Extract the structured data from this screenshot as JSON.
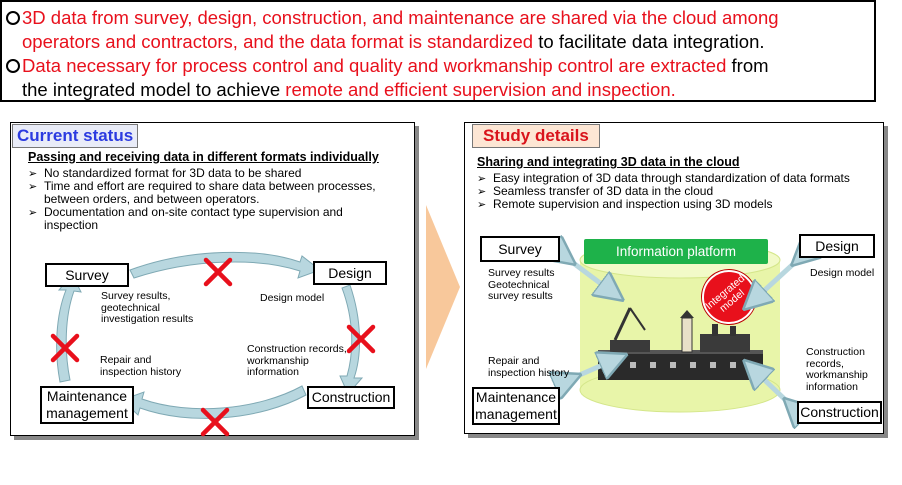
{
  "summary": {
    "line1_red": "3D data from survey, design, construction, and maintenance are shared via the cloud among",
    "line2_red": "operators and contractors, and the data format is standardized",
    "line2_black": " to facilitate data integration.",
    "line3_red": "Data necessary for process control and quality and workmanship control are extracted",
    "line3_black": " from",
    "line4_black": "the integrated model to achieve ",
    "line4_red": "remote and efficient supervision and inspection."
  },
  "current": {
    "title": "Current status",
    "subtitle": "Passing and receiving data in different formats individually",
    "bullets": [
      "No standardized format for 3D data to be shared",
      "Time and effort are required to share data between processes, between orders, and between operators.",
      "Documentation and on-site contact type supervision and inspection"
    ],
    "nodes": {
      "survey": "Survey",
      "design": "Design",
      "construction": "Construction",
      "maintenance_l1": "Maintenance",
      "maintenance_l2": "management"
    },
    "notes": {
      "survey_results": "Survey results,\ngeotechnical\ninvestigation results",
      "design_model": "Design model",
      "construction_records": "Construction records,\nworkmanship\ninformation",
      "repair_history": "Repair and\ninspection history"
    },
    "x_mark": "✕"
  },
  "study": {
    "title": "Study details",
    "subtitle": "Sharing and integrating 3D data in the cloud",
    "bullets": [
      "Easy integration of 3D data through standardization of data formats",
      "Seamless transfer of 3D data in the cloud",
      "Remote supervision and inspection using 3D models"
    ],
    "platform": "Information platform",
    "integrated_l1": "Integrated",
    "integrated_l2": "model",
    "nodes": {
      "survey": "Survey",
      "design": "Design",
      "construction": "Construction",
      "maintenance_l1": "Maintenance",
      "maintenance_l2": "management"
    },
    "notes": {
      "survey_results": "Survey results\nGeotechnical\nsurvey results",
      "design_model": "Design model",
      "repair_history": "Repair and\ninspection history",
      "construction_records": "Construction\nrecords,\nworkmanship\ninformation"
    }
  },
  "colors": {
    "red": "#e8101c",
    "current_title": "#2c3be0",
    "current_title_bg": "#e9ecf8",
    "study_title": "#d9141c",
    "study_title_bg": "#fde6d4",
    "cycle_arrow": "#b8d7df",
    "orange_arrow": "#f8c89b",
    "platform": "#1eb24a",
    "cylinder": "#e8f5a9"
  }
}
